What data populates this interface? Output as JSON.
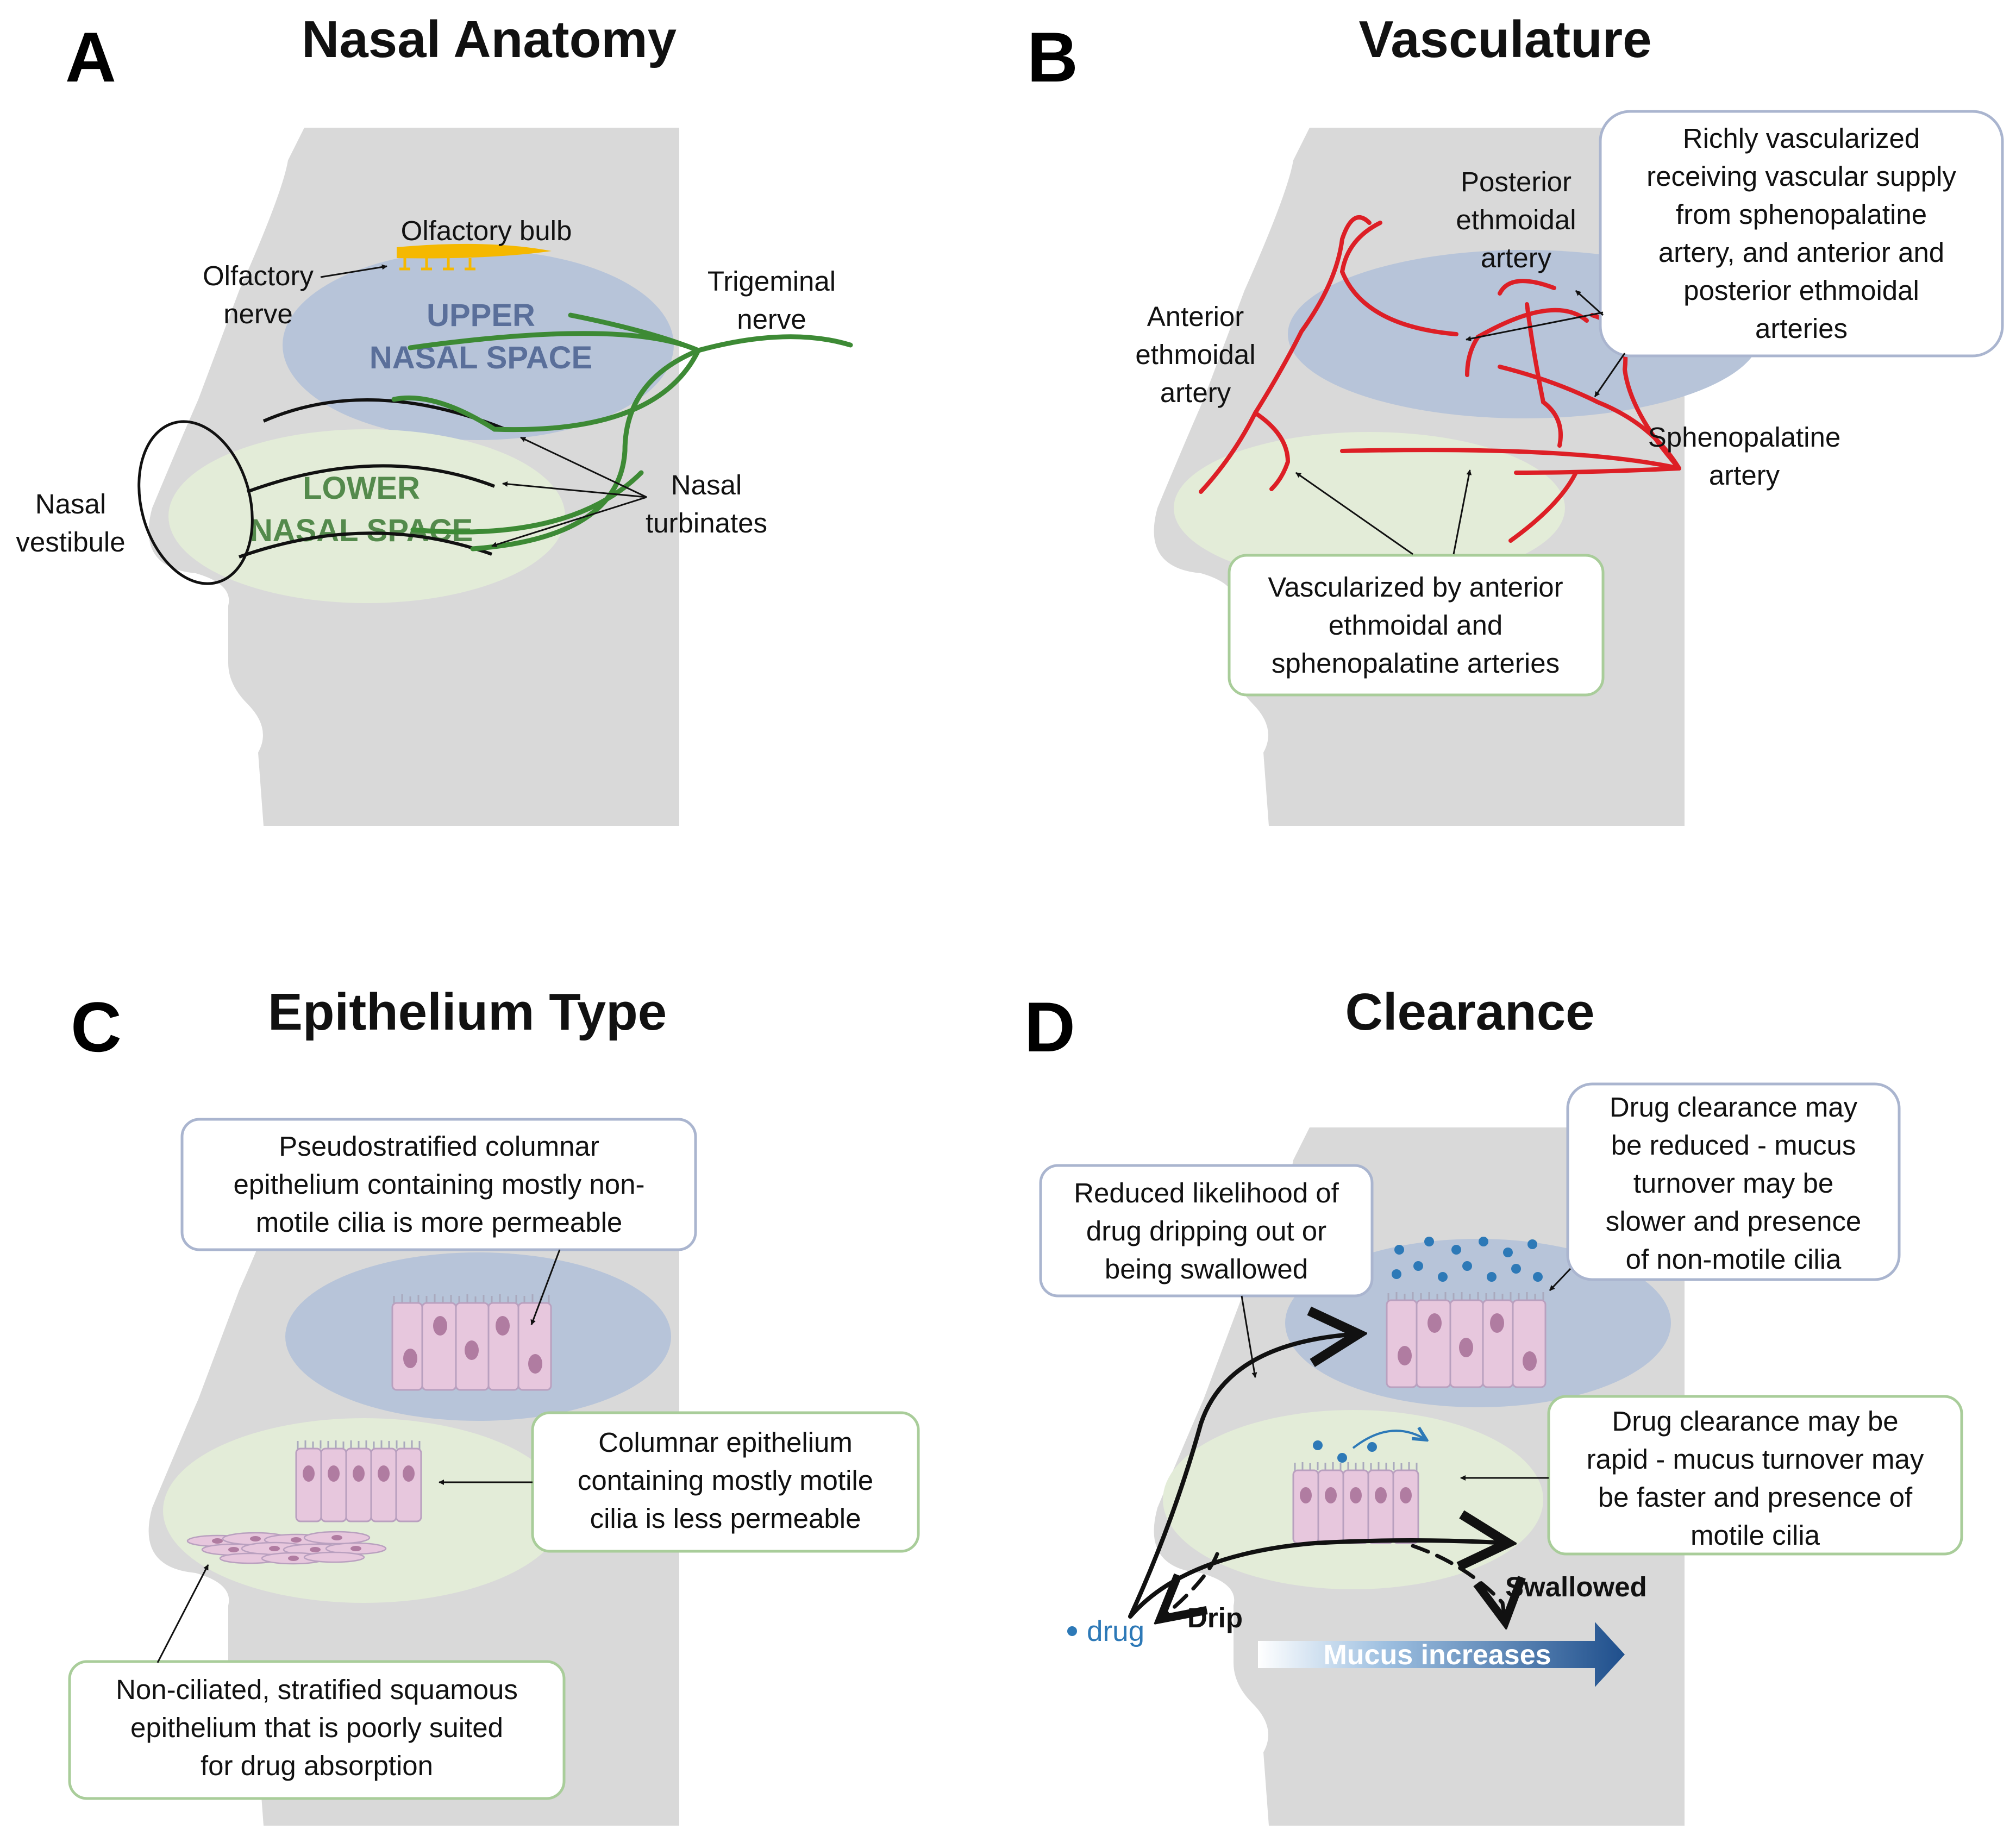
{
  "panels": {
    "a": {
      "letter": "A",
      "title": "Nasal Anatomy",
      "labels": {
        "olfactory_bulb": "Olfactory bulb",
        "olfactory_nerve": [
          "Olfactory",
          "nerve"
        ],
        "trigeminal_nerve": [
          "Trigeminal",
          "nerve"
        ],
        "upper_space": [
          "UPPER",
          "NASAL SPACE"
        ],
        "lower_space": [
          "LOWER",
          "NASAL SPACE"
        ],
        "nasal_vestibule": [
          "Nasal",
          "vestibule"
        ],
        "nasal_turbinates": [
          "Nasal",
          "turbinates"
        ]
      }
    },
    "b": {
      "letter": "B",
      "title": "Vasculature",
      "labels": {
        "posterior_ethmoidal": [
          "Posterior",
          "ethmoidal",
          "artery"
        ],
        "anterior_ethmoidal": [
          "Anterior",
          "ethmoidal",
          "artery"
        ],
        "sphenopalatine": [
          "Sphenopalatine",
          "artery"
        ]
      },
      "box_upper": [
        "Richly vascularized",
        "receiving vascular supply",
        "from sphenopalatine",
        "artery, and anterior and",
        "posterior ethmoidal",
        "arteries"
      ],
      "box_lower": [
        "Vascularized by anterior",
        "ethmoidal and",
        "sphenopalatine arteries"
      ]
    },
    "c": {
      "letter": "C",
      "title": "Epithelium Type",
      "box_upper": [
        "Pseudostratified columnar",
        "epithelium containing mostly non-",
        "motile cilia is more permeable"
      ],
      "box_middle": [
        "Columnar epithelium",
        "containing mostly motile",
        "cilia is less permeable"
      ],
      "box_lower": [
        "Non-ciliated, stratified squamous",
        "epithelium that is poorly suited",
        "for drug absorption"
      ]
    },
    "d": {
      "letter": "D",
      "title": "Clearance",
      "box_left": [
        "Reduced likelihood of",
        "drug dripping out or",
        "being swallowed"
      ],
      "box_upper": [
        "Drug clearance may",
        "be reduced - mucus",
        "turnover may be",
        "slower and presence",
        "of non-motile cilia"
      ],
      "box_lower": [
        "Drug clearance may be",
        "rapid - mucus turnover may",
        "be faster and presence of",
        "motile cilia"
      ],
      "labels": {
        "swallowed": "Swallowed",
        "drip": "Drip",
        "drug": "drug",
        "mucus": "Mucus increases"
      }
    }
  },
  "colors": {
    "head": "#d9d9d9",
    "upper_zone": "#b7c4d9",
    "lower_zone": "#e3ecd8",
    "nerve": "#3d8a35",
    "artery": "#dd1f26",
    "olfactory": "#f5b800",
    "cell": "#e7c7dd",
    "nucleus": "#b07ca1",
    "drug": "#2d79b7",
    "box_blue_border": "#aab5cf",
    "box_green_border": "#a9cd9a"
  }
}
